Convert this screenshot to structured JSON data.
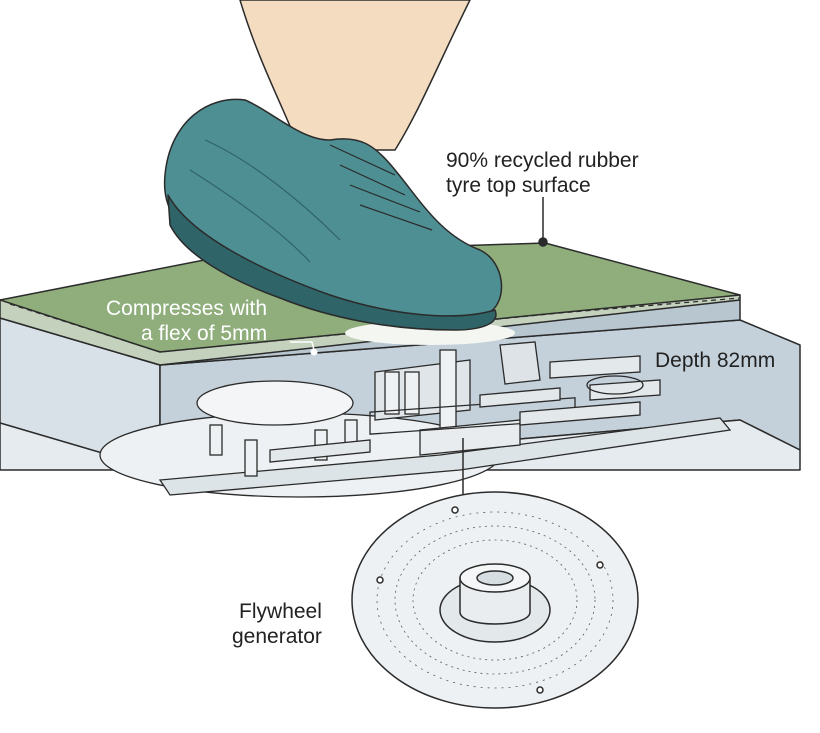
{
  "labels": {
    "top_surface": [
      "90% recycled rubber",
      "tyre top surface"
    ],
    "flex": [
      "Compresses with",
      "a flex of 5mm"
    ],
    "depth": "Depth 82mm",
    "flywheel": [
      "Flywheel",
      "generator"
    ]
  },
  "colors": {
    "tile_top": "#8fae7c",
    "tile_edge": "#c3d1bd",
    "housing": "#c9d4dc",
    "housing_side": "#e6ecf0",
    "shoe": "#4e8f93",
    "shoe_sole": "#2f6468",
    "skin": "#f4dcc0",
    "metal": "#e9edef",
    "outline": "#2b2b2b"
  },
  "icons": [
    "shoe",
    "leg",
    "flywheel-disc",
    "floor-tile",
    "mechanism"
  ]
}
